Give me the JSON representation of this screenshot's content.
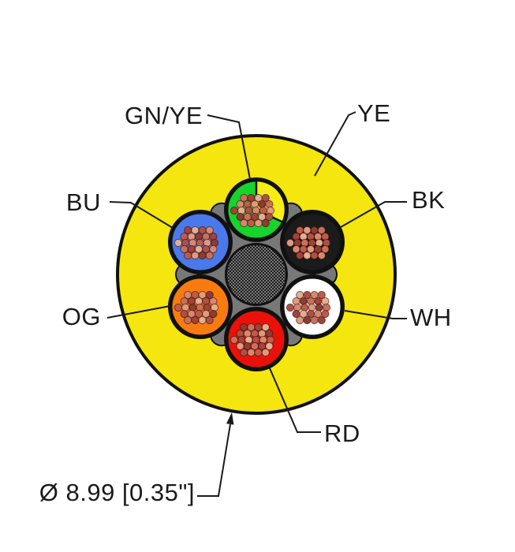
{
  "diagram": {
    "labels": {
      "gnye": "GN/YE",
      "ye": "YE",
      "bu": "BU",
      "bk": "BK",
      "og": "OG",
      "wh": "WH",
      "rd": "RD",
      "diameter": "Ø 8.99 [0.35\"]"
    },
    "colors": {
      "jacket_yellow": "#F4E60E",
      "green": "#16D42B",
      "wedge_yellow": "#F6EC17",
      "blue": "#4A79EC",
      "black_core": "#1B1B1B",
      "white_core": "#FFFFFF",
      "orange": "#F87B10",
      "red": "#EA1109",
      "filler_gray": "#787878",
      "outline_black": "#111111",
      "braid_bg": "#E3E3E3",
      "braid_line": "#1C1C1C",
      "line_color": "#1A1A1A"
    },
    "strand_palette": [
      "#C9705B",
      "#B05044",
      "#E09A7E",
      "#A34238",
      "#D98870",
      "#8F3B33",
      "#E5AE91",
      "#C05B49"
    ]
  }
}
